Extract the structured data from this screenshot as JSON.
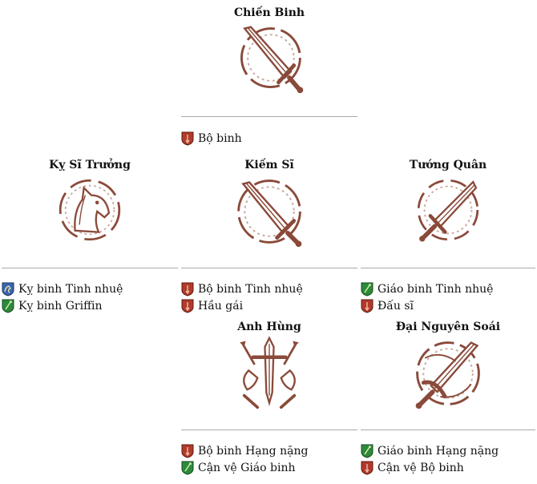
{
  "colors": {
    "infantry": "#b23a2a",
    "spear": "#2e8a3a",
    "cavalry": "#3a66b0",
    "emblem": "#8a4a3a",
    "emblem_light": "#c9a99c"
  },
  "tree": {
    "chien_binh": {
      "title": "Chiến Binh",
      "emblem_icon": "sword-ring-icon",
      "units": [
        {
          "label": "Bộ binh",
          "icon": "infantry-shield-icon"
        }
      ]
    },
    "ky_si_truong": {
      "title": "Kỵ Sĩ Trưởng",
      "emblem_icon": "horse-head-icon",
      "units": [
        {
          "label": "Kỵ binh Tinh nhuệ",
          "icon": "cavalry-shield-icon"
        },
        {
          "label": "Kỵ binh Griffin",
          "icon": "spear-shield-icon"
        }
      ]
    },
    "kiem_si": {
      "title": "Kiếm Sĩ",
      "emblem_icon": "sword-ring-icon",
      "units": [
        {
          "label": "Bộ binh Tinh nhuệ",
          "icon": "infantry-shield-icon"
        },
        {
          "label": "Hầu gái",
          "icon": "infantry-shield-icon"
        }
      ]
    },
    "tuong_quan": {
      "title": "Tướng Quân",
      "emblem_icon": "sword-ring-icon",
      "units": [
        {
          "label": "Giáo binh Tinh nhuệ",
          "icon": "spear-shield-icon"
        },
        {
          "label": "Đấu sĩ",
          "icon": "infantry-shield-icon"
        }
      ]
    },
    "anh_hung": {
      "title": "Anh Hùng",
      "emblem_icon": "crest-sword-icon",
      "units": [
        {
          "label": "Bộ binh Hạng nặng",
          "icon": "infantry-shield-icon"
        },
        {
          "label": "Cận vệ Giáo binh",
          "icon": "spear-shield-icon"
        }
      ]
    },
    "dai_nguyen_soai": {
      "title": "Đại Nguyên Soái",
      "emblem_icon": "ornate-sword-icon",
      "units": [
        {
          "label": "Giáo binh Hạng nặng",
          "icon": "spear-shield-icon"
        },
        {
          "label": "Cận vệ Bộ binh",
          "icon": "infantry-shield-icon"
        }
      ]
    }
  }
}
